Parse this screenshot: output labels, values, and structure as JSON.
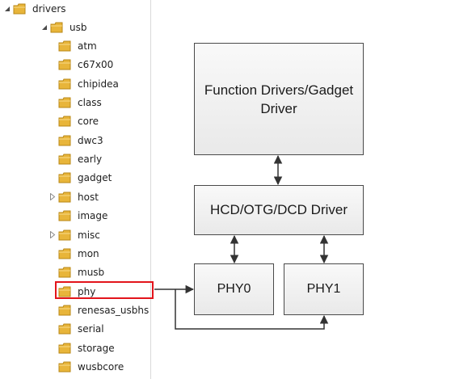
{
  "tree": {
    "root": {
      "label": "drivers"
    },
    "usb": {
      "label": "usb"
    },
    "children": [
      {
        "label": "atm",
        "expandable": false
      },
      {
        "label": "c67x00",
        "expandable": false
      },
      {
        "label": "chipidea",
        "expandable": false
      },
      {
        "label": "class",
        "expandable": false
      },
      {
        "label": "core",
        "expandable": false
      },
      {
        "label": "dwc3",
        "expandable": false
      },
      {
        "label": "early",
        "expandable": false
      },
      {
        "label": "gadget",
        "expandable": false
      },
      {
        "label": "host",
        "expandable": true
      },
      {
        "label": "image",
        "expandable": false
      },
      {
        "label": "misc",
        "expandable": true
      },
      {
        "label": "mon",
        "expandable": false
      },
      {
        "label": "musb",
        "expandable": false
      },
      {
        "label": "phy",
        "expandable": false,
        "highlighted": true
      },
      {
        "label": "renesas_usbhs",
        "expandable": false
      },
      {
        "label": "serial",
        "expandable": false
      },
      {
        "label": "storage",
        "expandable": false
      },
      {
        "label": "wusbcore",
        "expandable": false
      }
    ]
  },
  "diagram": {
    "function_driver": {
      "line1": "Function Drivers/Gadget",
      "line2": "Driver"
    },
    "hcd_driver": {
      "label": "HCD/OTG/DCD Driver"
    },
    "phy0": {
      "label": "PHY0"
    },
    "phy1": {
      "label": "PHY1"
    }
  },
  "colors": {
    "highlight": "#e3141b",
    "line": "#333333",
    "folder": "#e8b53a"
  }
}
